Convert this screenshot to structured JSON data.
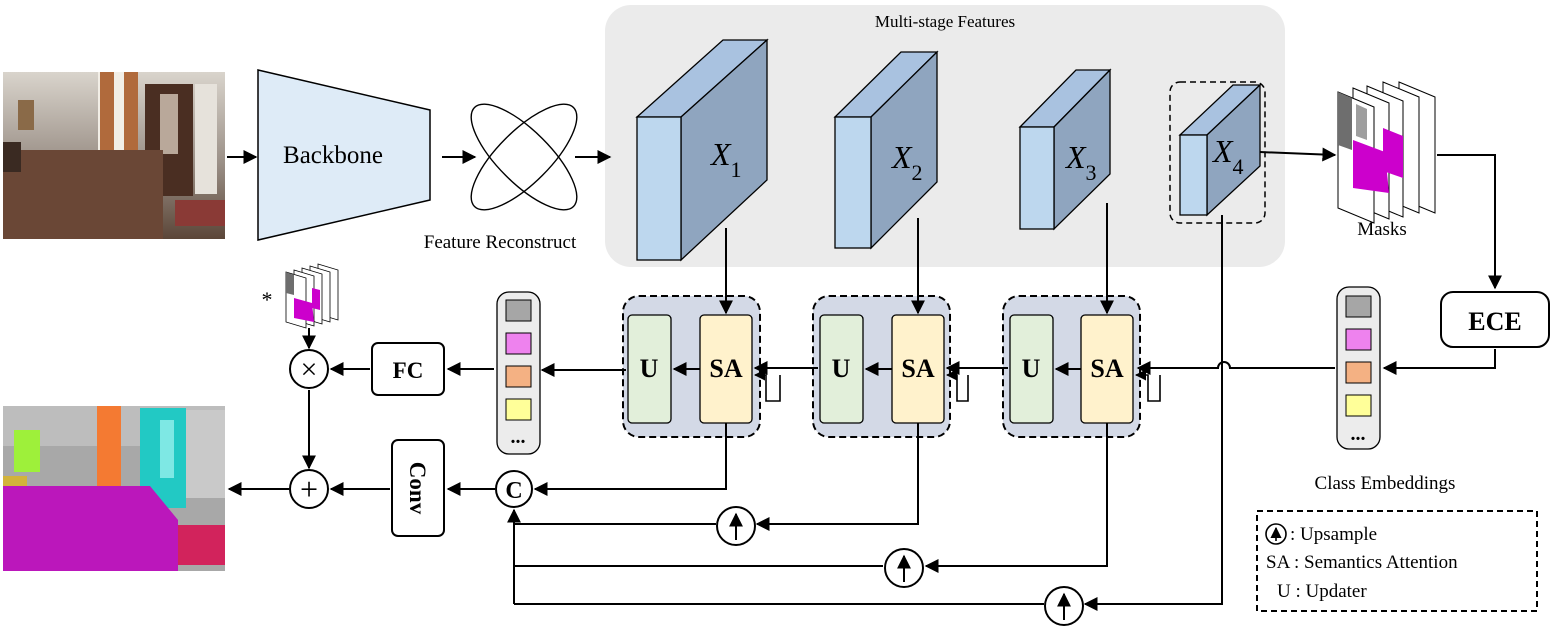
{
  "multistage_panel": {
    "title": "Multi-stage Features"
  },
  "backbone": {
    "label": "Backbone"
  },
  "feature_reconstruct": {
    "label": "Feature Reconstruct"
  },
  "features": [
    {
      "base": "X",
      "sub": "1"
    },
    {
      "base": "X",
      "sub": "2"
    },
    {
      "base": "X",
      "sub": "3"
    },
    {
      "base": "X",
      "sub": "4"
    }
  ],
  "masks": {
    "label": "Masks",
    "star": "*"
  },
  "ece": {
    "label": "ECE"
  },
  "class_embeddings": {
    "label": "Class Embeddings",
    "dots": "..."
  },
  "blocks": {
    "updater": "U",
    "attention": "SA"
  },
  "fc": {
    "label": "FC"
  },
  "conv": {
    "label": "Conv"
  },
  "concat": {
    "label": "C"
  },
  "ops": {
    "multiply": "×",
    "add": "+"
  },
  "legend": {
    "upsample": ": Upsample",
    "sa": "SA : Semantics Attention",
    "u": "U : Updater"
  },
  "colors": {
    "panel": "#ebebeb",
    "block_bg": "#d3d9e6",
    "updater": "#e2efda",
    "attention": "#fff2cc",
    "feature_front": "#bdd7ee",
    "feature_side": "#8fa5bf",
    "feature_top": "#a9c2e0",
    "backbone": "#deebf7",
    "embed_gray": "#a6a6a6",
    "embed_pink": "#ee82ee",
    "embed_orange": "#f4b183",
    "embed_yellow": "#ffff99",
    "mask_magenta": "#cc00cc"
  }
}
